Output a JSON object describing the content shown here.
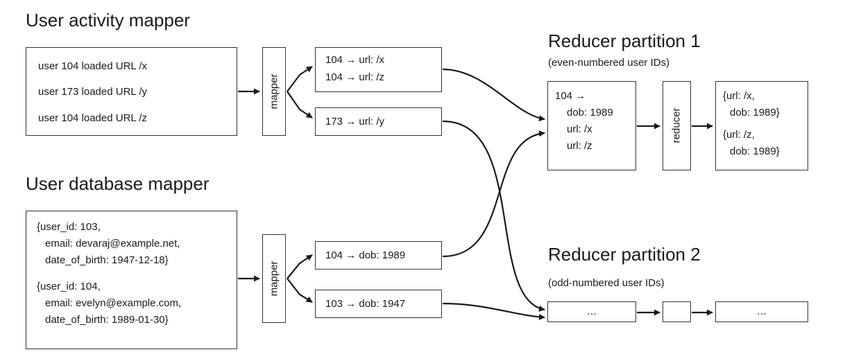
{
  "activity": {
    "heading": "User activity mapper",
    "records": [
      "user 104 loaded URL /x",
      "user 173 loaded URL /y",
      "user 104 loaded URL /z"
    ],
    "mapper_label": "mapper",
    "out_top": [
      "104 → url: /x",
      "104 → url: /z"
    ],
    "out_bottom": "173 → url: /y"
  },
  "database": {
    "heading": "User database mapper",
    "record1": [
      "{user_id: 103,",
      "email: devaraj@example.net,",
      "date_of_birth: 1947-12-18}"
    ],
    "record2": [
      "{user_id: 104,",
      "email: evelyn@example.com,",
      "date_of_birth: 1989-01-30}"
    ],
    "mapper_label": "mapper",
    "out_top": "104 → dob: 1989",
    "out_bottom": "103 → dob: 1947"
  },
  "partition1": {
    "heading": "Reducer partition 1",
    "subheading": "(even-numbered user IDs)",
    "input_lines": [
      "104 →",
      "dob: 1989",
      "url: /x",
      "url: /z"
    ],
    "reducer_label": "reducer",
    "output1": [
      "{url: /x,",
      "dob: 1989}"
    ],
    "output2": [
      "{url: /z,",
      "dob: 1989}"
    ]
  },
  "partition2": {
    "heading": "Reducer partition 2",
    "subheading": "(odd-numbered user IDs)",
    "input_text": "…",
    "output_text": "…"
  }
}
